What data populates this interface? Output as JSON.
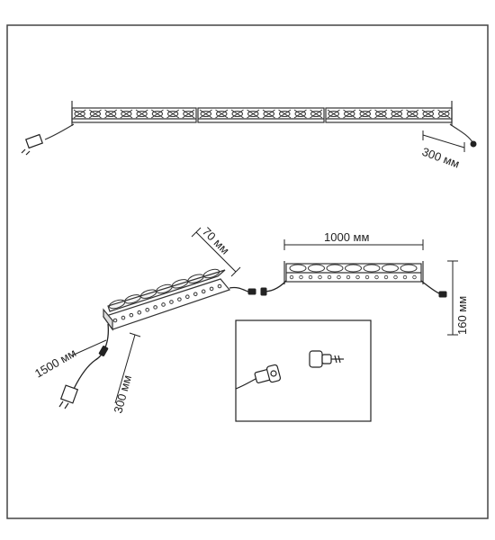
{
  "dimensions": {
    "cable_top": "300 мм",
    "width_height": "70 мм",
    "length": "1000 мм",
    "height": "160 мм",
    "power_cable": "1500 мм",
    "cable_bottom": "300 мм"
  },
  "icons": [
    "plug-icon",
    "connector-icon",
    "light-bar-icon"
  ],
  "colors": {
    "line": "#222222",
    "frame": "#444444",
    "panel_bg": "#ffffff"
  }
}
